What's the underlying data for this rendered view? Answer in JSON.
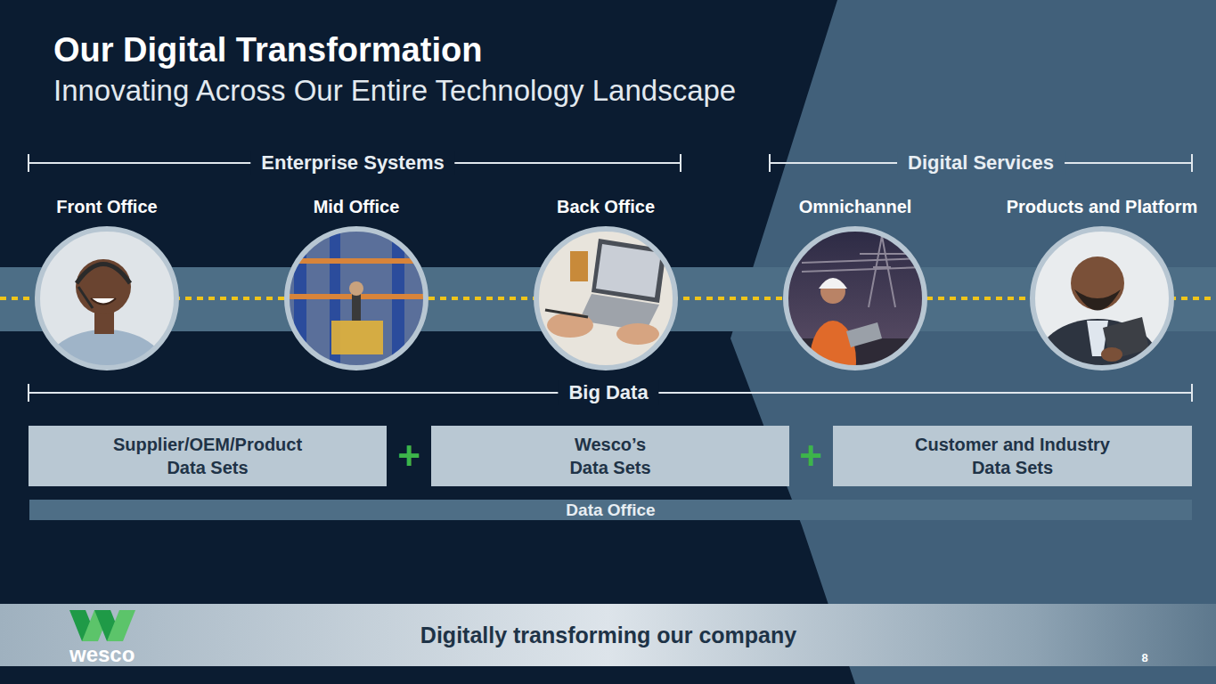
{
  "diagram": {
    "title": "Our Digital Transformation",
    "caption": "Digitally transforming our company",
    "nodes": [
      {
        "text": [
          "Front Office"
        ]
      },
      {
        "text": [
          "Mid Office"
        ]
      },
      {
        "text": [
          "Back Office"
        ]
      },
      {
        "text": [
          "Omnichannel"
        ]
      },
      {
        "text": [
          "Products and Platform"
        ]
      },
      {
        "text": [
          "Supplier/OEM/Product Data Sets"
        ]
      },
      {
        "text": [
          "Wesco’s Data Sets"
        ]
      },
      {
        "text": [
          "Customer and Industry Data Sets"
        ]
      },
      {
        "text": [
          "Data Office"
        ]
      }
    ],
    "labels": [
      "Innovating Across Our Entire Technology Landscape",
      "Enterprise Systems",
      "Digital Services",
      "Big Data",
      "+",
      "+",
      "wesco",
      "8"
    ]
  }
}
